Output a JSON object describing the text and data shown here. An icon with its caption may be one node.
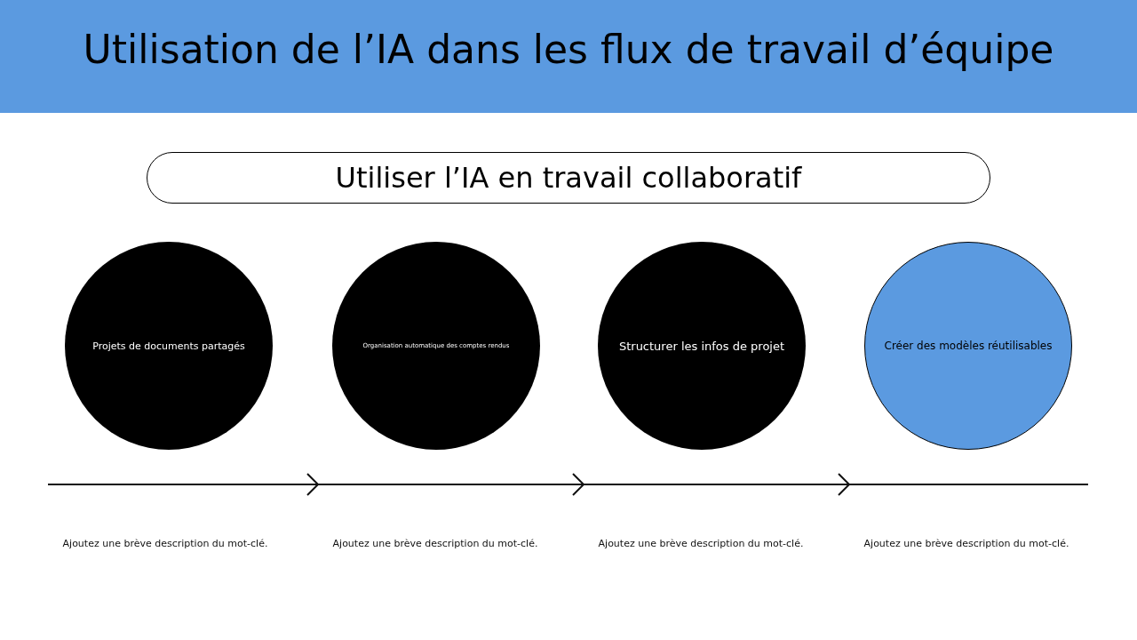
{
  "diagram": {
    "title": "Utilisation de l’IA dans les flux de travail d’équipe",
    "nodes": [
      {
        "text": [
          "Utiliser l’IA en travail collaboratif"
        ]
      },
      {
        "text": [
          "Projets de documents partagés"
        ]
      },
      {
        "text": [
          "Organisation automatique des comptes rendus"
        ]
      },
      {
        "text": [
          "Structurer les infos de projet"
        ]
      },
      {
        "text": [
          "Créer des modèles réutilisables"
        ]
      }
    ],
    "labels": [
      "Ajoutez une brève description du mot-clé.",
      "Ajoutez une brève description du mot-clé.",
      "Ajoutez une brève description du mot-clé.",
      "Ajoutez une brève description du mot-clé."
    ]
  }
}
